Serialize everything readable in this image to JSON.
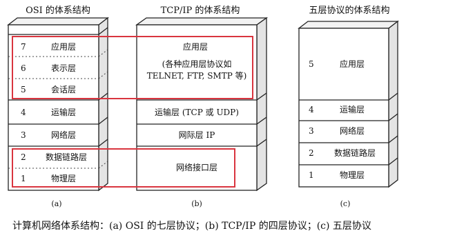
{
  "stack_a": {
    "title": "OSI 的体系结构",
    "layers": [
      {
        "num": "7",
        "name": "应用层"
      },
      {
        "num": "6",
        "name": "表示层"
      },
      {
        "num": "5",
        "name": "会话层"
      },
      {
        "num": "4",
        "name": "运输层"
      },
      {
        "num": "3",
        "name": "网络层"
      },
      {
        "num": "2",
        "name": "数据链路层"
      },
      {
        "num": "1",
        "name": "物理层"
      }
    ],
    "label": "(a)"
  },
  "stack_b": {
    "title": "TCP/IP 的体系结构",
    "app_layer": "应用层",
    "app_desc": "(各种应用层协议如\nTELNET, FTP, SMTP 等)",
    "transport": "运输层 (TCP 或 UDP)",
    "internet": "网际层 IP",
    "netif": "网络接口层",
    "label": "(b)"
  },
  "stack_c": {
    "title": "五层协议的体系结构",
    "layers": [
      {
        "num": "5",
        "name": "应用层"
      },
      {
        "num": "4",
        "name": "运输层"
      },
      {
        "num": "3",
        "name": "网络层"
      },
      {
        "num": "2",
        "name": "数据链路层"
      },
      {
        "num": "1",
        "name": "物理层"
      }
    ],
    "label": "(c)"
  },
  "caption": "计算机网络体系结构：(a) OSI 的七层协议；(b) TCP/IP 的四层协议；(c) 五层协议",
  "colors": {
    "highlight": "#d9343e",
    "side": "#e4e4e4",
    "top": "#f2f2f2",
    "line": "#222222"
  }
}
